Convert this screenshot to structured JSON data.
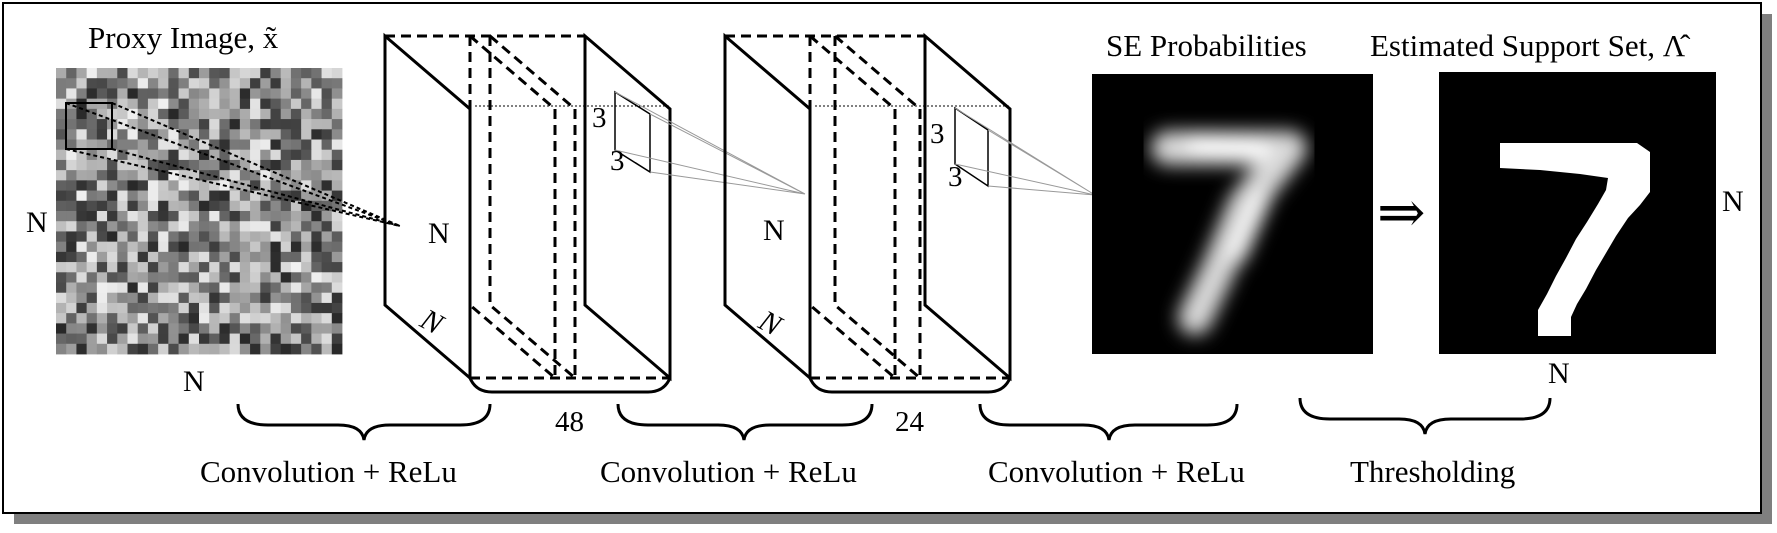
{
  "titles": {
    "proxy": "Proxy Image, x̃",
    "se": "SE Probabilities",
    "support": "Estimated Support Set, Λ̂"
  },
  "dims": {
    "n": "N",
    "n_italic": "N",
    "kernel": "3",
    "channels_1": "48",
    "channels_2": "24",
    "implies": "⇒"
  },
  "steps": [
    "Convolution + ReLu",
    "Convolution + ReLu",
    "Convolution + ReLu",
    "Thresholding"
  ],
  "colors": {
    "frame": "#000000",
    "shadow": "#7f7f7f",
    "image_bg": "#000000",
    "digit": "#ffffff"
  },
  "digit": "7"
}
